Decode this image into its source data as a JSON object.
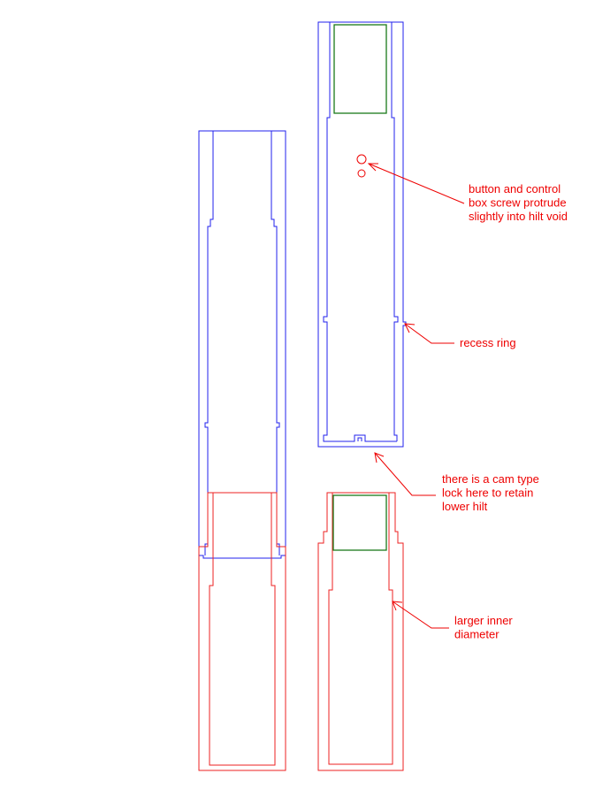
{
  "colors": {
    "upper_hilt": "#2222ee",
    "lower_hilt": "#ee2222",
    "insert": "#1a7a1a",
    "annotation": "#ee0000"
  },
  "annotations": [
    {
      "id": "button",
      "lines": [
        "button and control",
        "box screw protrude",
        "slightly into hilt void"
      ]
    },
    {
      "id": "recess",
      "lines": [
        "recess ring"
      ]
    },
    {
      "id": "cam",
      "lines": [
        "there is a cam type",
        "lock here to retain",
        "lower hilt"
      ]
    },
    {
      "id": "inner",
      "lines": [
        "larger inner",
        "diameter"
      ]
    }
  ]
}
